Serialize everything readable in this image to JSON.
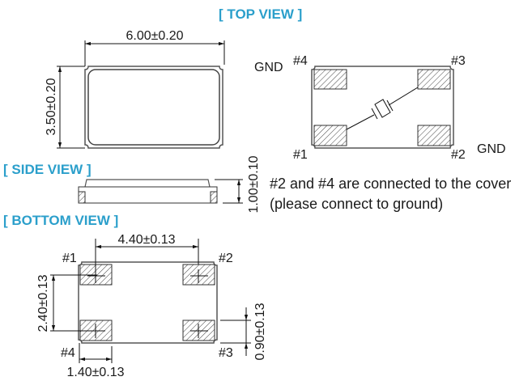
{
  "titles": {
    "top": "[ TOP VIEW ]",
    "side": "[ SIDE VIEW ]",
    "bottom": "[ BOTTOM  VIEW ]"
  },
  "dimensions": {
    "length": "6.00±0.20",
    "width": "3.50±0.20",
    "height": "1.00±0.10",
    "pad_pitch_x": "4.40±0.13",
    "pad_pitch_y": "2.40±0.13",
    "pad_length": "1.40±0.13",
    "pad_width": "0.90±0.13"
  },
  "pins": {
    "p1": "#1",
    "p2": "#2",
    "p3": "#3",
    "p4": "#4",
    "gnd": "GND"
  },
  "note": {
    "line1": "#2 and #4 are connected to the cover",
    "line2": "(please connect to ground)"
  },
  "colors": {
    "title": "#2b9fcb"
  }
}
